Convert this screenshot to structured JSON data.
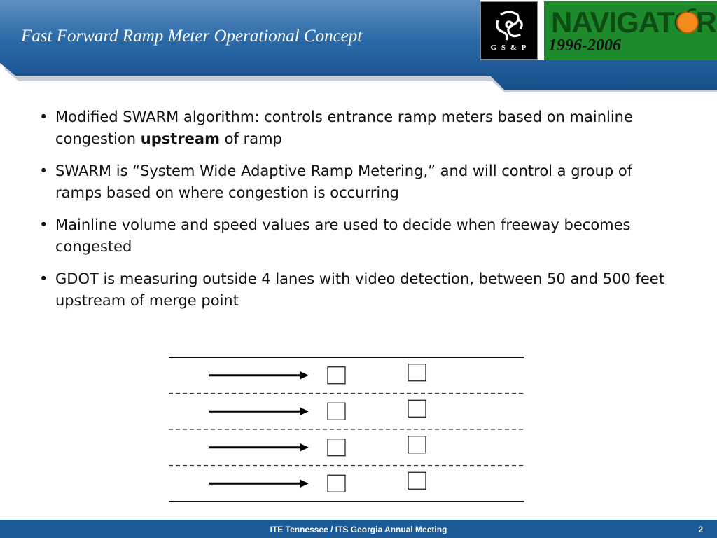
{
  "slide": {
    "title": "Fast Forward Ramp Meter Operational Concept"
  },
  "logos": {
    "gsp_label": "G S & P",
    "navigator_word": "NAVIGATOR",
    "navigator_years": "1996-2006"
  },
  "bullets": [
    {
      "before": "Modified SWARM algorithm: controls entrance ramp meters based on mainline congestion ",
      "bold": "upstream",
      "after": " of ramp"
    },
    {
      "before": "SWARM is “System Wide Adaptive Ramp Metering,” and will control a group of ramps based on where congestion is occurring",
      "bold": "",
      "after": ""
    },
    {
      "before": "Mainline volume and speed values are used to decide when freeway becomes congested",
      "bold": "",
      "after": ""
    },
    {
      "before": "GDOT is measuring outside 4 lanes with video detection, between 50 and 500 feet upstream of merge point",
      "bold": "",
      "after": ""
    }
  ],
  "diagram": {
    "lanes": 4,
    "detectors_per_lane": 2,
    "traffic_direction": "right"
  },
  "footer": {
    "text": "ITE Tennessee / ITS Georgia Annual Meeting",
    "page": "2"
  },
  "colors": {
    "header_blue": "#1b5a97",
    "footer_blue": "#1b5a97",
    "navigator_green": "#1d8a2c"
  }
}
